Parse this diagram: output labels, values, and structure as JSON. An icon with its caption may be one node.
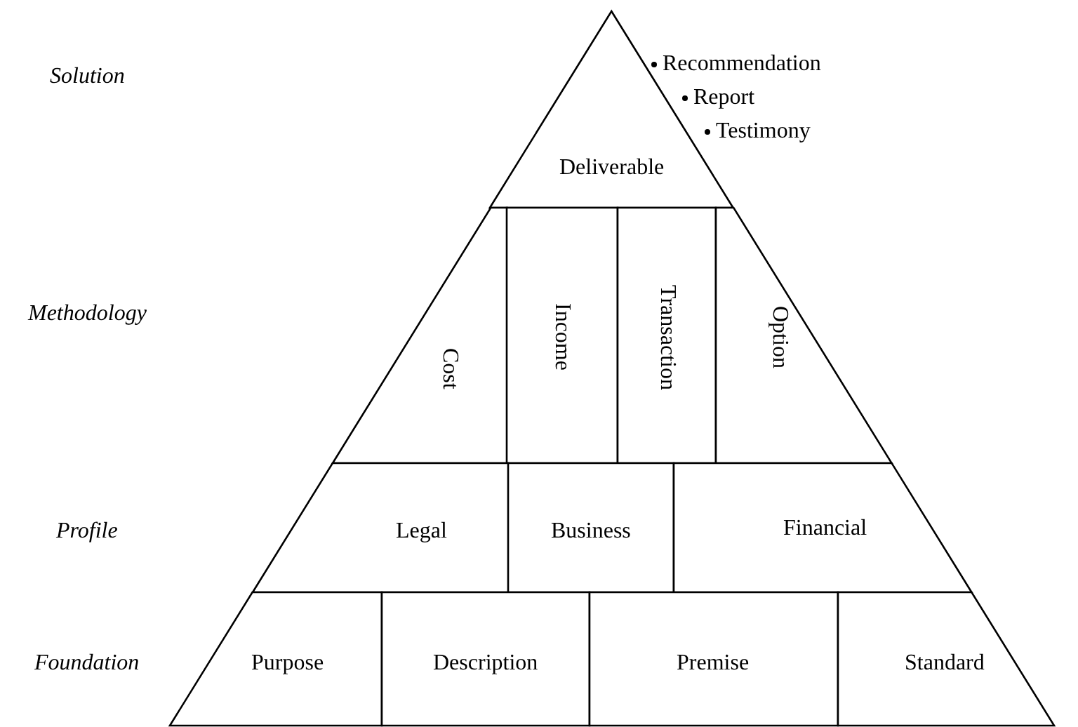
{
  "diagram": {
    "nodes": [
      {
        "text": [
          "Deliverable"
        ],
        "beside": [
          "Recommendation",
          "Report",
          "Testimony"
        ]
      },
      {
        "text": [
          "Cost"
        ]
      },
      {
        "text": [
          "Income"
        ]
      },
      {
        "text": [
          "Transaction"
        ]
      },
      {
        "text": [
          "Option"
        ]
      },
      {
        "text": [
          "Legal"
        ]
      },
      {
        "text": [
          "Business"
        ]
      },
      {
        "text": [
          "Financial"
        ]
      },
      {
        "text": [
          "Purpose"
        ]
      },
      {
        "text": [
          "Description"
        ]
      },
      {
        "text": [
          "Premise"
        ]
      },
      {
        "text": [
          "Standard"
        ]
      }
    ],
    "edges": [],
    "labels": [
      "Solution",
      "Methodology",
      "Profile",
      "Foundation"
    ]
  }
}
